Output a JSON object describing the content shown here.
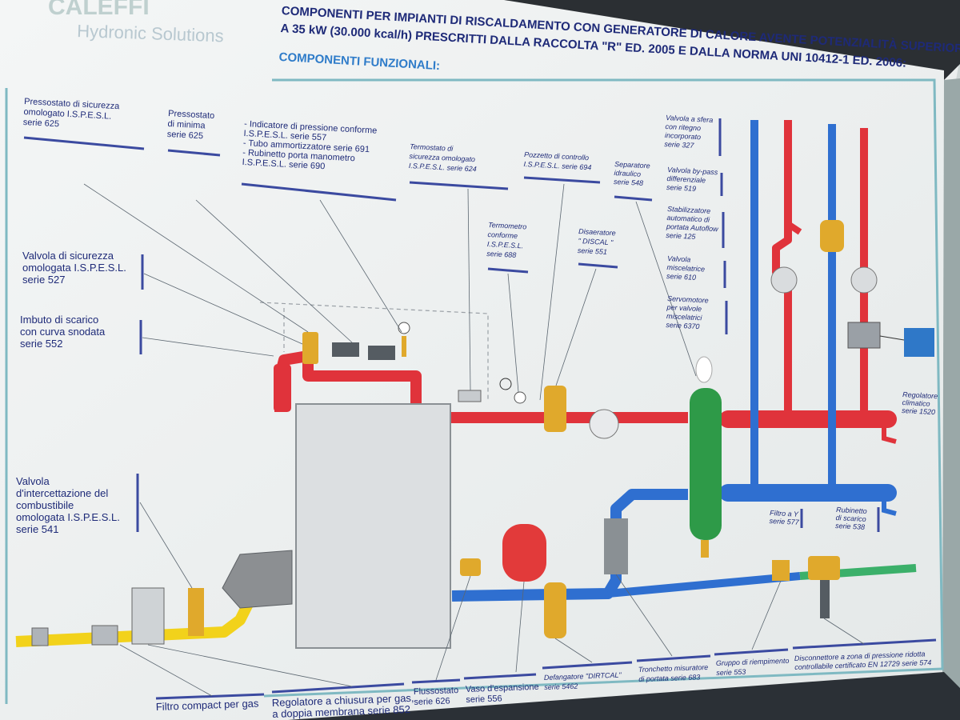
{
  "brand": {
    "name": "CALEFFI",
    "tagline": "Hydronic Solutions"
  },
  "title": {
    "line1": "COMPONENTI PER IMPIANTI DI RISCALDAMENTO CON GENERATORE DI CALORE AVENTE POTENZIALITÀ SUPERIORE",
    "line2": "A 35 kW (30.000 kcal/h) PRESCRITTI DALLA RACCOLTA \"R\" ED. 2005 E DALLA NORMA UNI 10412-1 ED. 2006:",
    "subtitle": "COMPONENTI FUNZIONALI:"
  },
  "labels": {
    "pressostato_sicurezza": [
      "Pressostato di sicurezza",
      "omologato I.S.P.E.S.L.",
      "serie 625"
    ],
    "pressostato_minima": [
      "Pressostato",
      "di minima",
      "serie 625"
    ],
    "indicatore_pressione": [
      "- Indicatore di pressione conforme",
      "I.S.P.E.S.L. serie 557",
      "- Tubo ammortizzatore serie 691",
      "- Rubinetto porta manometro",
      "I.S.P.E.S.L. serie 690"
    ],
    "termostato": [
      "Termostato di",
      "sicurezza omologato",
      "I.S.P.E.S.L. serie 624"
    ],
    "pozzetto": [
      "Pozzetto di controllo",
      "I.S.P.E.S.L. serie 694"
    ],
    "separatore": [
      "Separatore",
      "idraulico",
      "serie 548"
    ],
    "termometro": [
      "Termometro",
      "conforme",
      "I.S.P.E.S.L.",
      "serie 688"
    ],
    "disaeratore": [
      "Disaeratore",
      "\" DISCAL \"",
      "serie 551"
    ],
    "valvola_sfera": [
      "Valvola a sfera",
      "con ritegno",
      "incorporato",
      "serie 327"
    ],
    "valvola_bypass": [
      "Valvola by-pass",
      "differenziale",
      "serie 519"
    ],
    "stabilizzatore": [
      "Stabilizzatore",
      "automatico di",
      "portata Autoflow",
      "serie 125"
    ],
    "valvola_miscelatrice": [
      "Valvola",
      "miscelatrice",
      "serie 610"
    ],
    "servomotore": [
      "Servomotore",
      "per valvole",
      "miscelatrici",
      "serie 6370"
    ],
    "valvola_sicurezza": [
      "Valvola di sicurezza",
      "omologata I.S.P.E.S.L.",
      "serie 527"
    ],
    "imbuto": [
      "Imbuto di scarico",
      "con curva snodata",
      "serie 552"
    ],
    "valvola_intercettazione": [
      "Valvola",
      "d'intercettazione del",
      "combustibile",
      "omologata I.S.P.E.S.L.",
      "serie 541"
    ],
    "regolatore_climatico": [
      "Regolatore",
      "climatico",
      "serie 1520"
    ],
    "filtro_y": [
      "Filtro a Y",
      "serie 577"
    ],
    "rubinetto_scarico": [
      "Rubinetto",
      "di scarico",
      "serie 538"
    ],
    "filtro_compact": [
      "Filtro compact per gas"
    ],
    "regolatore_gas": [
      "Regolatore a chiusura per gas,",
      "a doppia membrana serie 852"
    ],
    "flussostato": [
      "Flussostato",
      "serie 626"
    ],
    "vaso_espansione": [
      "Vaso d'espansione",
      "serie 556"
    ],
    "defangatore": [
      "Defangatore \"DIRTCAL\"",
      "serie 5462"
    ],
    "tronchetto": [
      "Tronchetto misuratore",
      "di portata serie 683"
    ],
    "gruppo_riempimento": [
      "Gruppo di riempimento",
      "serie 553"
    ],
    "disconnettore": [
      "Disconnettore a zona di pressione ridotta",
      "controllabile certificato EN 12729 serie 574"
    ]
  },
  "colors": {
    "hot_pipe": "#e0333b",
    "cold_pipe": "#2f6fd0",
    "gas_pipe": "#f2d21b",
    "separator": "#2e9a48",
    "valve_brass": "#e0a92c",
    "expansion_vessel": "#e23a3a",
    "label_text": "#1e2a78",
    "title_accent": "#2f7cc9",
    "leader_bar": "#3b4aa0"
  }
}
